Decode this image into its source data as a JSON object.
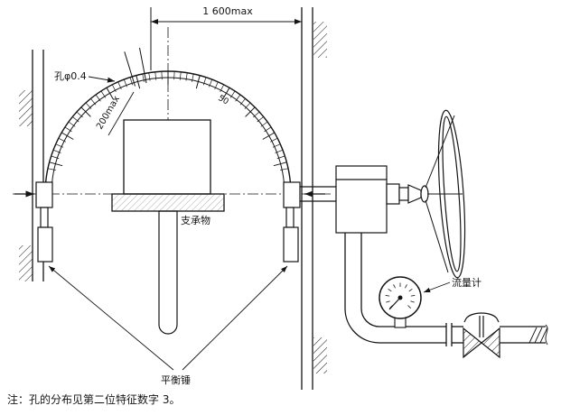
{
  "figure": {
    "labels": {
      "dim_width": "1 600max",
      "hole": "孔φ0.4",
      "dim_height": "200max",
      "scale_mark": "50",
      "support": "支承物",
      "counterweight": "平衡锤",
      "flow_meter": "流量计"
    },
    "note": "注：孔的分布见第二位特征数字 3。",
    "colors": {
      "line": "#141414",
      "background": "#ffffff"
    }
  }
}
